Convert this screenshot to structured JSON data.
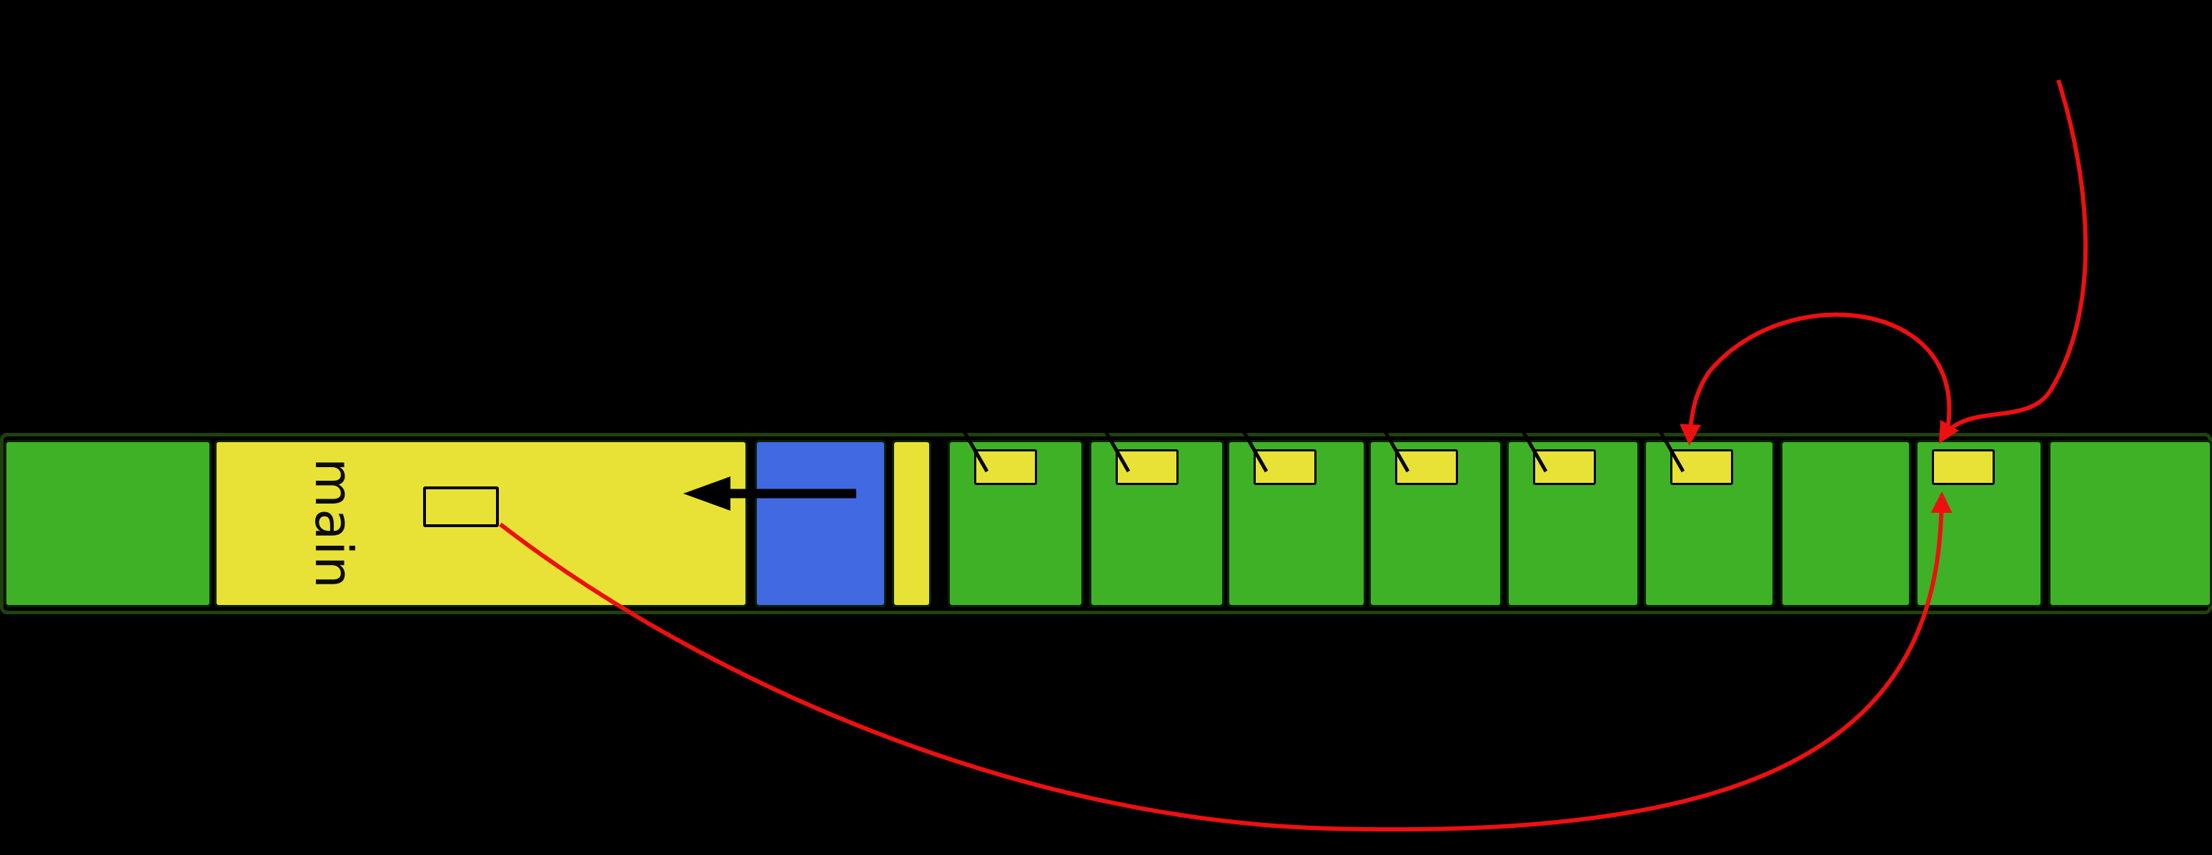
{
  "palette": {
    "bg": "#000000",
    "green": "#3fb127",
    "yellow": "#e9e236",
    "blue": "#4169e1",
    "red": "#ed1010",
    "outline": "#20400f",
    "block_border": "#0a2104",
    "ink": "#000000"
  },
  "band": {
    "main_label": "main"
  },
  "diagram": {
    "type": "stack-segments-band",
    "description": "Horizontal memory band on black background: green segment, yellow main frame containing an empty slot and a black left-pointing arrow, blue block, thin yellow sliver, six green segments each with a small yellow frame-pointer tab and a black tick, a plain green segment, a green segment whose yellow tab is targeted by red pointer curves (one from top, one looping back to the previous tab, one long return curve from the main slot), and a trailing green segment.",
    "segments": [
      {
        "color": "green",
        "tab": false
      },
      {
        "color": "yellow",
        "tab": false,
        "label": "main"
      },
      {
        "color": "blue",
        "tab": false
      },
      {
        "color": "yellow",
        "tab": false
      },
      {
        "color": "green",
        "tab": true
      },
      {
        "color": "green",
        "tab": true
      },
      {
        "color": "green",
        "tab": true
      },
      {
        "color": "green",
        "tab": true
      },
      {
        "color": "green",
        "tab": true
      },
      {
        "color": "green",
        "tab": true
      },
      {
        "color": "green",
        "tab": false
      },
      {
        "color": "green",
        "tab": true
      },
      {
        "color": "green",
        "tab": false
      }
    ]
  }
}
